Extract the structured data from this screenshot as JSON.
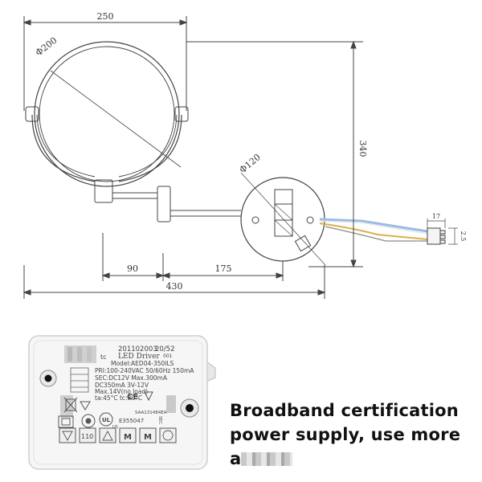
{
  "drawing": {
    "dim_overall_width": "250",
    "dim_mirror_diameter": "Φ200",
    "dim_height": "340",
    "dim_base_diameter": "Φ120",
    "dim_arm_inner": "90",
    "dim_arm_outer": "175",
    "dim_total_reach": "430",
    "dim_connector_length": "17",
    "dim_connector_width": "2.5"
  },
  "driver": {
    "batch": "201102003",
    "batch_code": "20/52",
    "batch_sub": "001",
    "prefix": "tc",
    "product": "LED Driver",
    "model": "Model:AED04-350ILS",
    "pri": "PRI:100-240VAC 50/60Hz 150mA",
    "sec": "SEC:DC12V  Max.300mA",
    "dc": "DC350mA  3V-12V",
    "max_noload": "Max.14V(no load)",
    "temps": "ta:45°C  tc:80°C",
    "cert_code": "E355047",
    "side_code": "SAA131484EA",
    "mark_110": "110",
    "mark_m1": "M",
    "mark_m2": "M",
    "mark_ce": "CE",
    "mark_ul": "UL",
    "mark_us": "US",
    "mark_sec": "SEC"
  },
  "caption": {
    "line1": "Broadband certification",
    "line2": "power supply, use more a"
  }
}
